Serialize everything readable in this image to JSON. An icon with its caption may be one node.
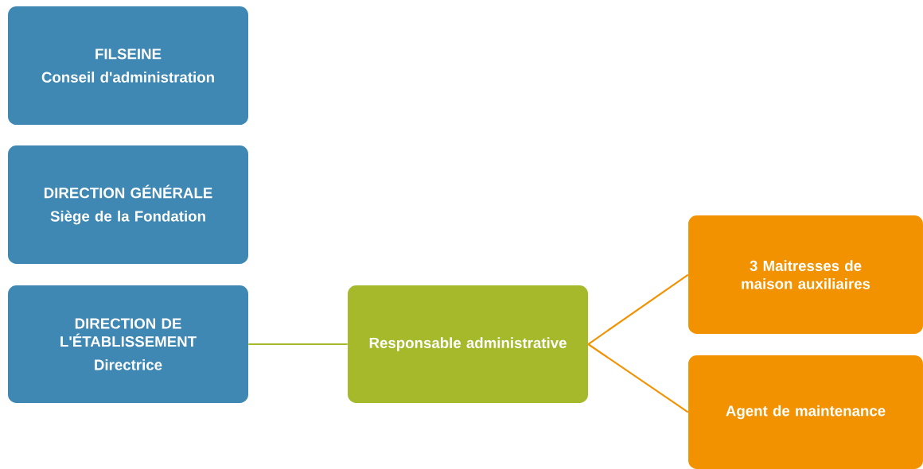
{
  "diagram": {
    "nodes": [
      {
        "text": [
          "FILSEINE",
          "Conseil d'administration"
        ]
      },
      {
        "text": [
          "DIRECTION GÉNÉRALE",
          "Siège de la Fondation"
        ]
      },
      {
        "text": [
          "DIRECTION DE L'ÉTABLISSEMENT",
          "Directrice"
        ]
      },
      {
        "text": [
          "Responsable administrative"
        ]
      },
      {
        "text": [
          "3 Maitresses de maison auxiliaires"
        ]
      },
      {
        "text": [
          "Agent de maintenance"
        ]
      }
    ],
    "edges": [
      {
        "from": 2,
        "to": 3,
        "arrow": "none",
        "color": "#a5b92b"
      },
      {
        "from": 3,
        "to": 4,
        "arrow": "none"
      },
      {
        "from": 3,
        "to": 5,
        "arrow": "none"
      }
    ]
  }
}
